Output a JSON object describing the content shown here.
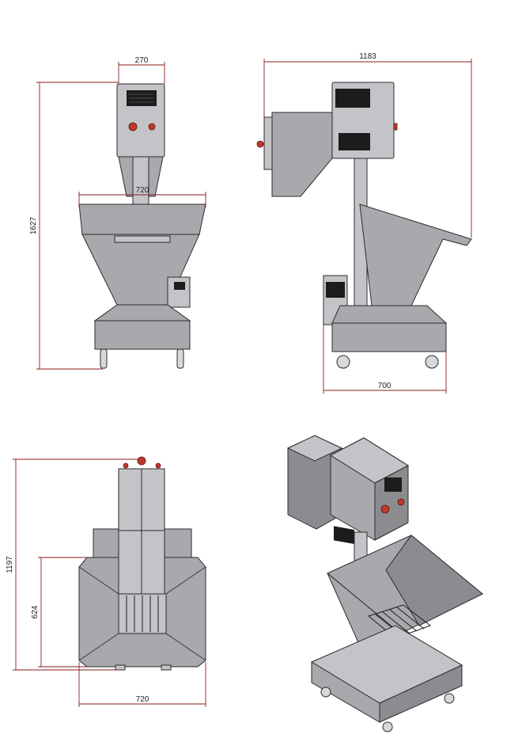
{
  "dimensions": {
    "front_top_width": "270",
    "front_hopper_width": "720",
    "front_height": "1627",
    "side_total_width": "1183",
    "side_base_width": "700",
    "top_total_length": "1197",
    "top_hopper_length": "624",
    "top_width": "720"
  },
  "colors": {
    "dimension_line": "#8b1a1a",
    "machine_body": "#a9a9ad",
    "control_button": "#c0392b"
  }
}
